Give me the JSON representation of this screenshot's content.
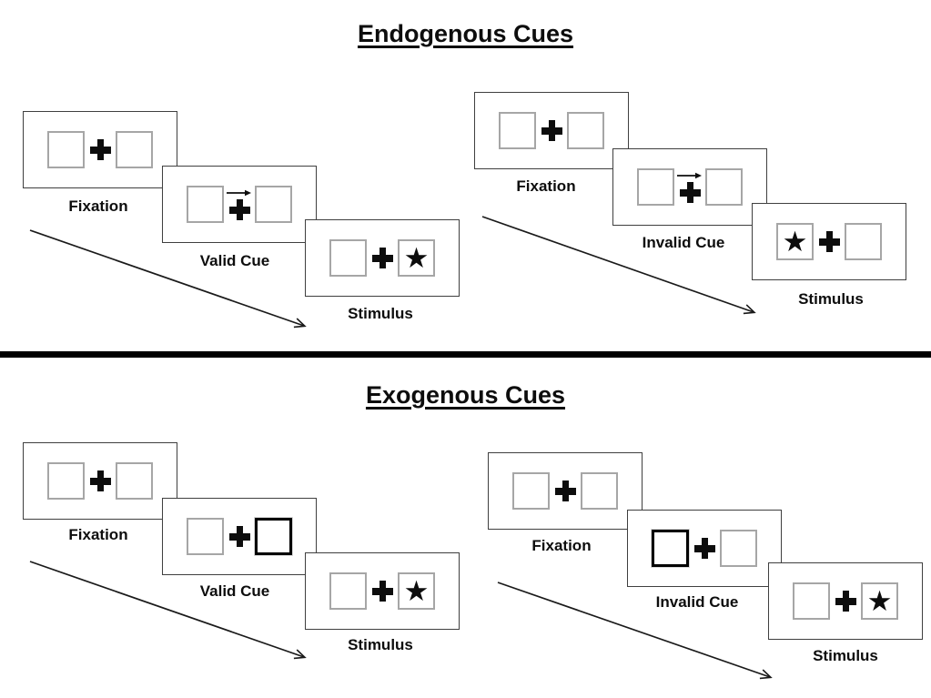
{
  "glyphs": {
    "star": "★"
  },
  "colors": {
    "frame_border": "#3f3f3f",
    "box_border": "#a6a6a6",
    "bold_box_border": "#000000",
    "ink": "#0d0d0d",
    "divider": "#000000",
    "background": "#ffffff"
  },
  "sections": [
    {
      "title": "Endogenous Cues",
      "panels": [
        {
          "name": "endogenous-valid",
          "frames": [
            {
              "label": "Fixation",
              "left_box": "plain",
              "right_box": "plain",
              "cue_arrow": null
            },
            {
              "label": "Valid Cue",
              "left_box": "plain",
              "right_box": "plain",
              "cue_arrow": "right"
            },
            {
              "label": "Stimulus",
              "left_box": "plain",
              "right_box": "star",
              "cue_arrow": null
            }
          ]
        },
        {
          "name": "endogenous-invalid",
          "frames": [
            {
              "label": "Fixation",
              "left_box": "plain",
              "right_box": "plain",
              "cue_arrow": null
            },
            {
              "label": "Invalid Cue",
              "left_box": "plain",
              "right_box": "plain",
              "cue_arrow": "right"
            },
            {
              "label": "Stimulus",
              "left_box": "star",
              "right_box": "plain",
              "cue_arrow": null
            }
          ]
        }
      ]
    },
    {
      "title": "Exogenous Cues",
      "panels": [
        {
          "name": "exogenous-valid",
          "frames": [
            {
              "label": "Fixation",
              "left_box": "plain",
              "right_box": "plain",
              "cue_arrow": null
            },
            {
              "label": "Valid Cue",
              "left_box": "plain",
              "right_box": "bold",
              "cue_arrow": null
            },
            {
              "label": "Stimulus",
              "left_box": "plain",
              "right_box": "star",
              "cue_arrow": null
            }
          ]
        },
        {
          "name": "exogenous-invalid",
          "frames": [
            {
              "label": "Fixation",
              "left_box": "plain",
              "right_box": "plain",
              "cue_arrow": null
            },
            {
              "label": "Invalid Cue",
              "left_box": "bold",
              "right_box": "plain",
              "cue_arrow": null
            },
            {
              "label": "Stimulus",
              "left_box": "plain",
              "right_box": "star",
              "cue_arrow": null
            }
          ]
        }
      ]
    }
  ]
}
